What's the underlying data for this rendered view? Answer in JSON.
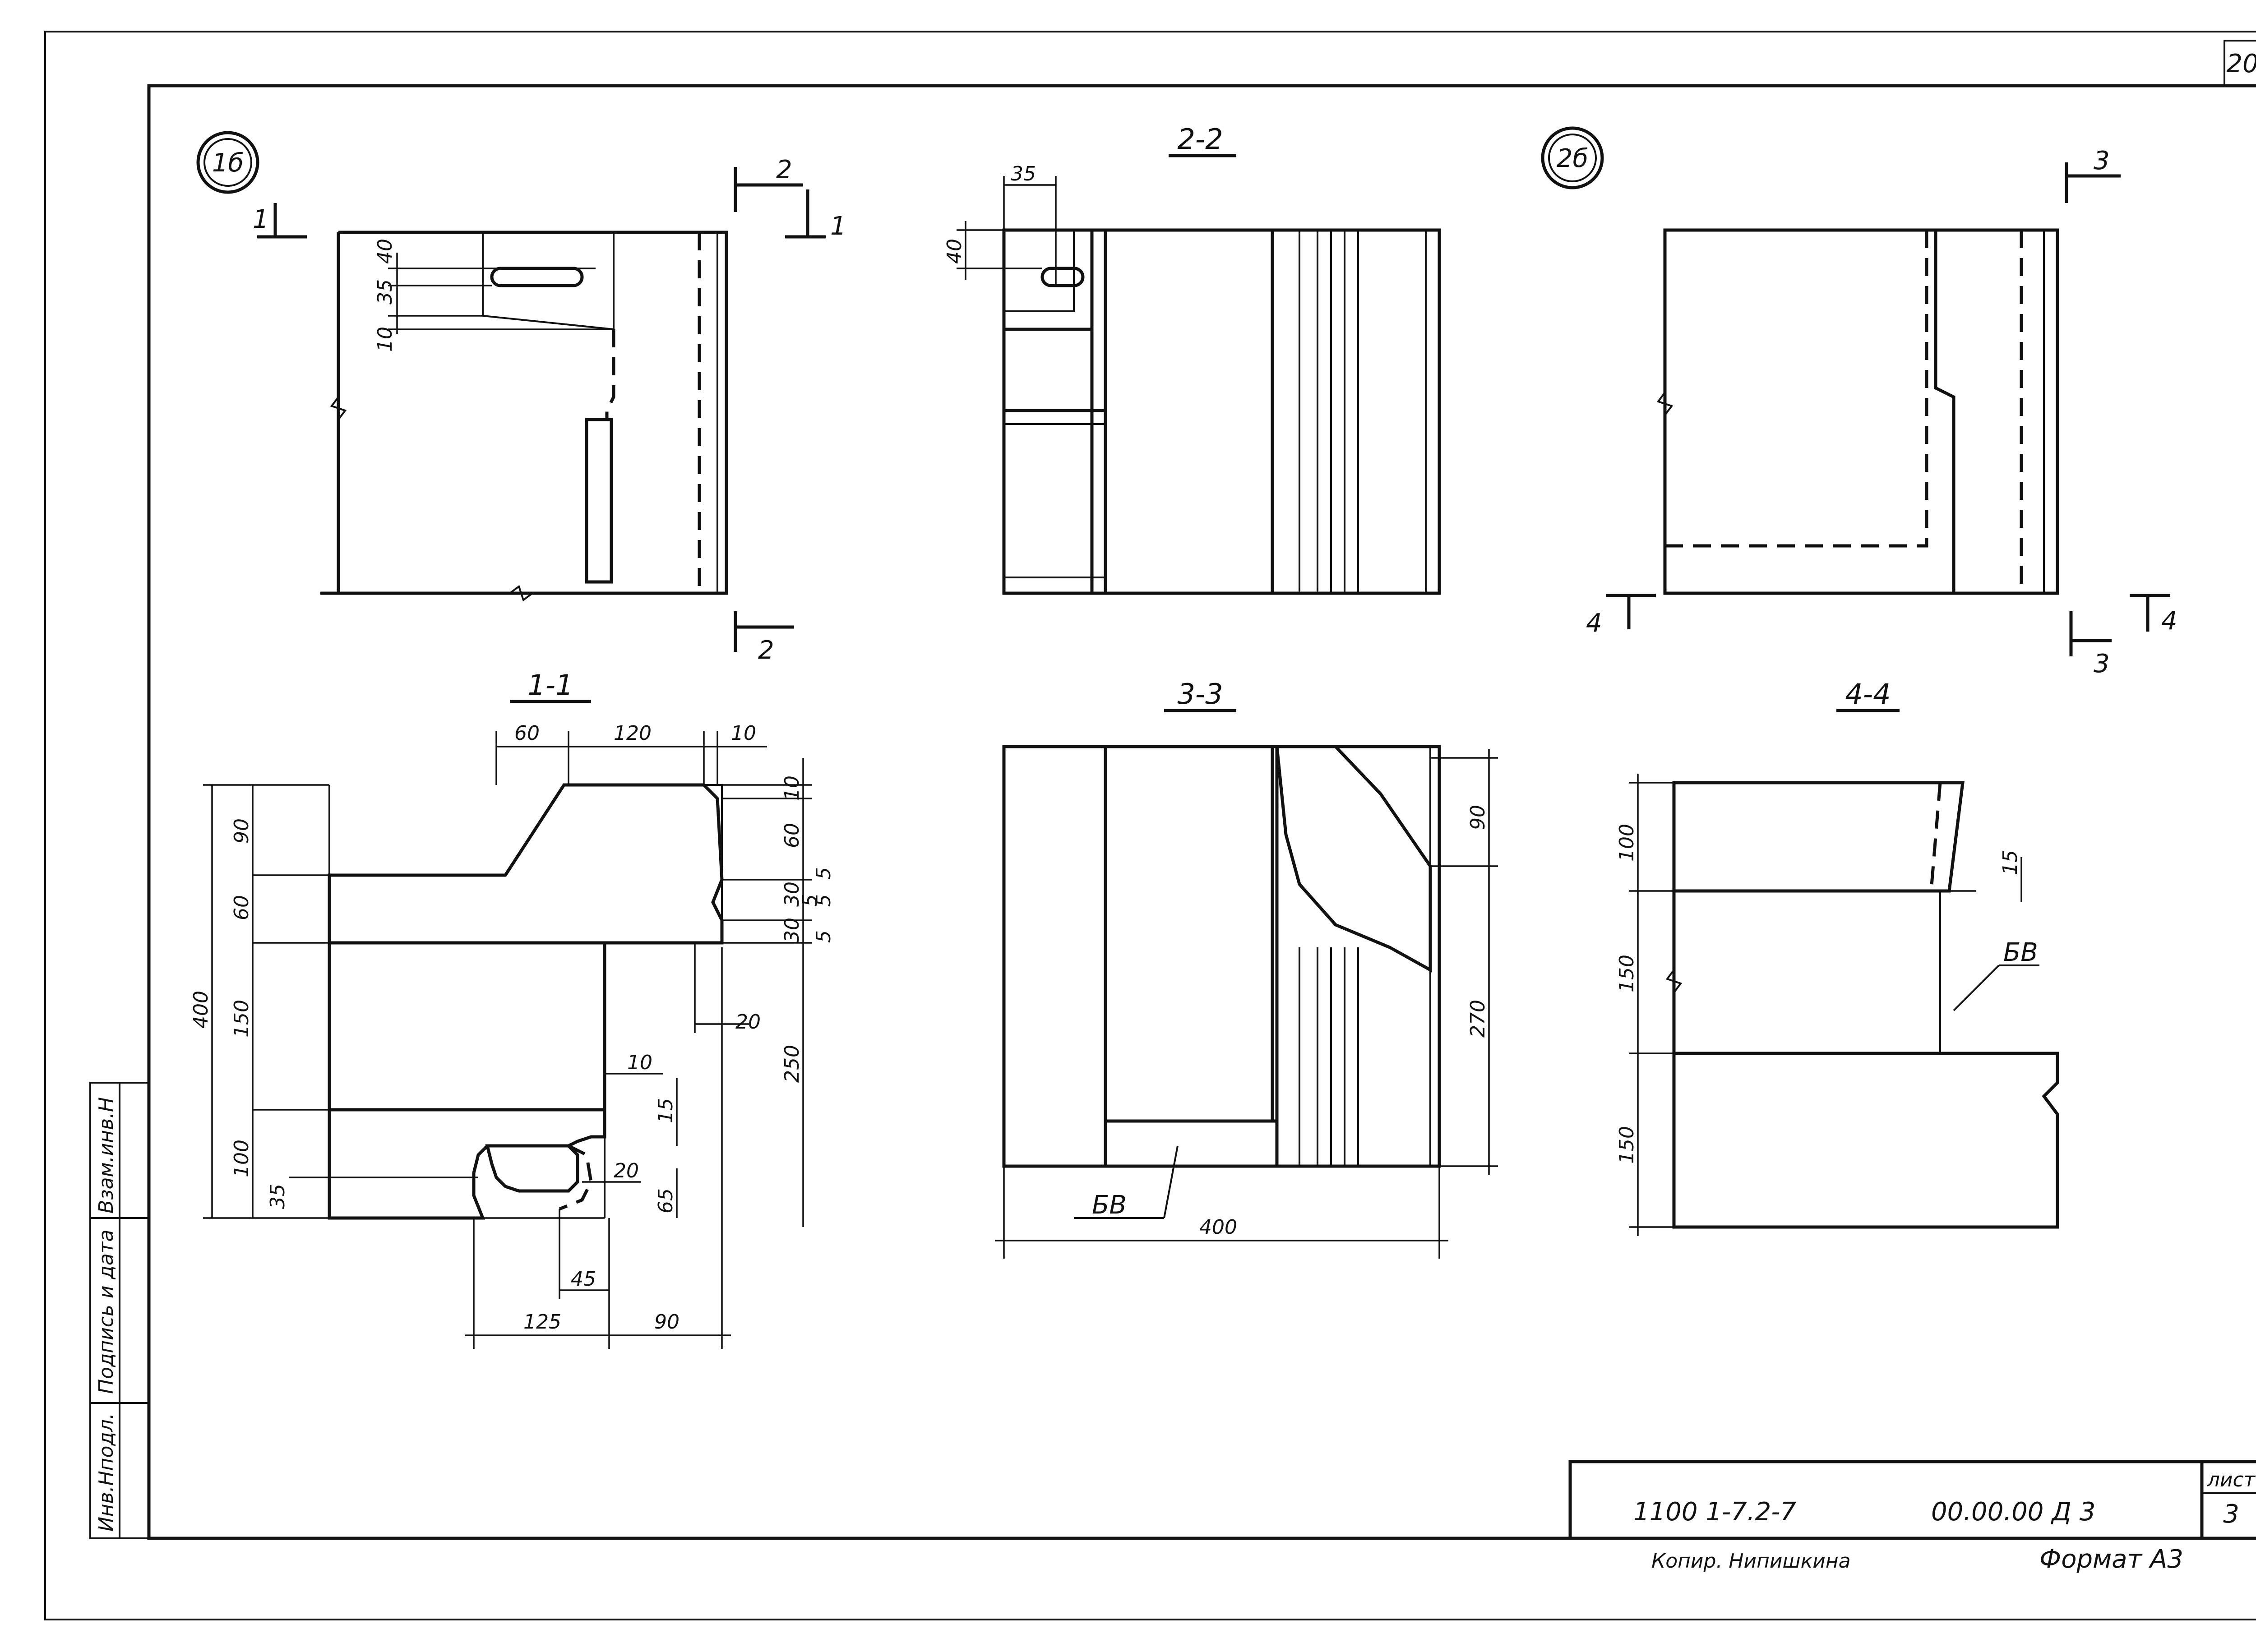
{
  "sheet": {
    "page_number": "20",
    "sheet_label": "лист",
    "sheet_number": "3",
    "series": "1100 1-7.2-7",
    "document_code": "00.00.00 Д 3",
    "copier": "Копир. Нипишкина",
    "format": "Формат А3"
  },
  "side_stamp": {
    "cells": [
      "Инв.Нподл.",
      "Подпись и дата",
      "Взам.инв.Н"
    ]
  },
  "views": {
    "node_1b": "1б",
    "node_2b": "2б",
    "sec_2_2": "2-2",
    "sec_1_1": "1-1",
    "sec_3_3": "3-3",
    "sec_4_4": "4-4"
  },
  "cut_marks": {
    "v1b_m1": "1",
    "v1b_m2": "2",
    "v1b_m3": "1",
    "v1b_m4": "2",
    "v2b_m3a": "3",
    "v2b_m3b": "3",
    "v2b_m4a": "4",
    "v2b_m4b": "4"
  },
  "dims": {
    "v1b": [
      "40",
      "35",
      "10"
    ],
    "v22": [
      "35",
      "40"
    ],
    "s11": {
      "top": [
        "60",
        "120",
        "10"
      ],
      "left": [
        "90",
        "60",
        "400",
        "150",
        "100",
        "35"
      ],
      "right": [
        "10",
        "60",
        "5",
        "30",
        "5",
        "5",
        "30",
        "5",
        "20",
        "250"
      ],
      "inner": [
        "10",
        "15",
        "20",
        "65"
      ],
      "bottom": [
        "45",
        "125",
        "90"
      ]
    },
    "s33": [
      "90",
      "270",
      "400"
    ],
    "s44": [
      "100",
      "15",
      "150",
      "150"
    ]
  },
  "labels": {
    "bv_33": "БВ",
    "bv_44": "БВ"
  }
}
